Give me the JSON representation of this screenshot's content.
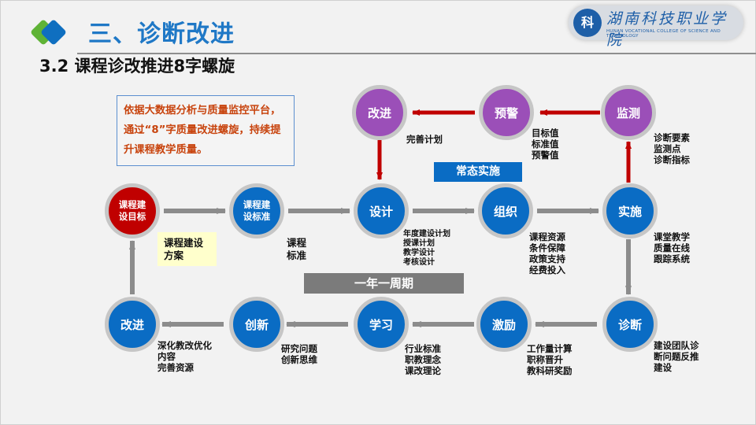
{
  "header": {
    "title": "三、诊断改进",
    "subtitle": "3.2 课程诊改推进8字螺旋",
    "college_name_cn": "湖南科技职业学院",
    "college_name_en": "HUNAN VOCATIONAL COLLEGE OF SCIENCE AND TECHNOLOGY",
    "college_badge": "科"
  },
  "note": "依据大数据分析与质量监控平台，通过“8”字质量改进螺旋，持续提升课程教学质量。",
  "banners": {
    "routine": "常态实施",
    "cycle": "一年一周期"
  },
  "nodes": {
    "top_improve": "改进",
    "warning": "预警",
    "monitor": "监测",
    "goal": "课程建\n设目标",
    "standard": "课程建\n设标准",
    "design": "设计",
    "organize": "组织",
    "implement": "实施",
    "bottom_improve": "改进",
    "innovate": "创新",
    "learn": "学习",
    "motivate": "激励",
    "diagnose": "诊断"
  },
  "labels": {
    "top_improve": "完善计划",
    "warning": "目标值\n标准值\n预警值",
    "monitor": "诊断要素\n监测点\n诊断指标",
    "goal": "课程建设\n方案",
    "standard": "课程\n标准",
    "design": "年度建设计划\n授课计划\n教学设计\n考核设计",
    "organize": "课程资源\n条件保障\n政策支持\n经费投入",
    "implement": "课堂教学\n质量在线\n跟踪系统",
    "bottom_improve": "深化教改优化\n内容\n完善资源",
    "innovate": "研究问题\n创新思维",
    "learn": "行业标准\n职教理念\n课改理论",
    "motivate": "工作量计算\n职称晋升\n教科研奖励",
    "diagnose": "建设团队诊\n断问题反推\n建设"
  },
  "colors": {
    "blue_node": "#0a6cc4",
    "purple_node": "#9b4fb8",
    "red_node": "#c00000",
    "red_arrow": "#c00000",
    "gray_arrow": "#8c8c8c",
    "title": "#1f78c6",
    "note_text": "#c8440e"
  }
}
